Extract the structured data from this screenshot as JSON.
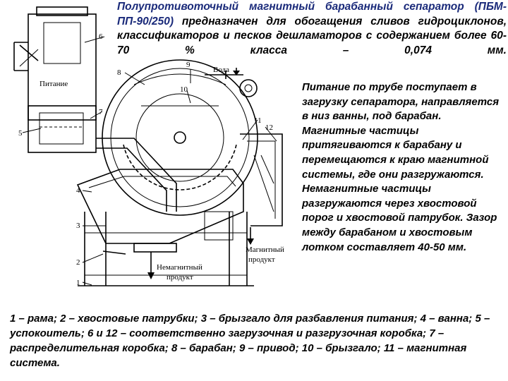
{
  "title": {
    "part1": "Полупротивоточный магнитный барабанный сепаратор (ПБМ-ПП-90/250)",
    "part2": " предназначен для обогащения сливов гидроциклонов, классификаторов и песков дешламаторов с содержанием более 60-70 % класса – 0,074 мм."
  },
  "description": "Питание по трубе поступает в загрузку сепаратора, направляется в низ ванны, под барабан. Магнитные частицы притягиваются к барабану и перемещаются к краю магнитной системы, где они разгружаются. Немагнитные частицы разгружаются через хвостовой порог и хвостовой патрубок. Зазор между барабаном и хвостовым лотком составляет 40-50 мм.",
  "legend": "1 – рама; 2 – хвостовые патрубки; 3 – брызгало для разбавления питания; 4 – ванна; 5 – успокоитель; 6 и 12 – соответственно загрузочная и разгрузочная коробка; 7 – распределительная коробка; 8 – барабан; 9 – привод; 10 – брызгало; 11 – магнитная система.",
  "diagram": {
    "feed_label": "Питание",
    "water_label": "Вода",
    "nonmagnetic_label_1": "Немагнитный",
    "nonmagnetic_label_2": "продукт",
    "magnetic_label_1": "Магнитный",
    "magnetic_label_2": "продукт",
    "numbers": [
      "1",
      "2",
      "3",
      "4",
      "5",
      "6",
      "7",
      "8",
      "9",
      "10",
      "11",
      "12"
    ]
  }
}
